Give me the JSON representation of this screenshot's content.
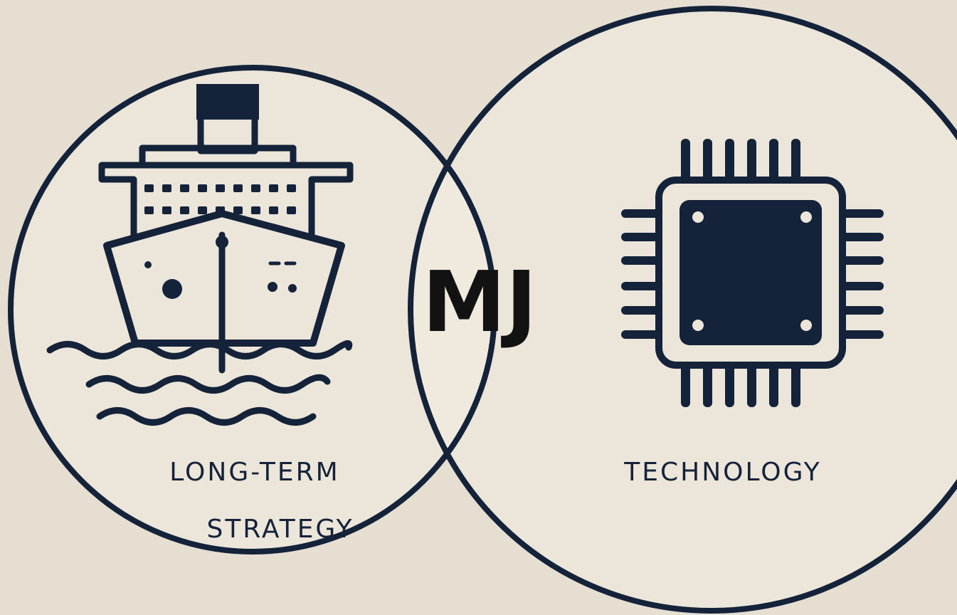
{
  "diagram": {
    "type": "venn",
    "center_label": "MJ",
    "left": {
      "label_line1": "LONG-TERM",
      "label_line2": "STRATEGY",
      "icon": "ship-icon"
    },
    "right": {
      "label": "TECHNOLOGY",
      "icon": "microchip-icon"
    },
    "colors": {
      "background": "#e6dfd1",
      "circle_fill": "#ece6da",
      "stroke": "#14223a"
    }
  }
}
